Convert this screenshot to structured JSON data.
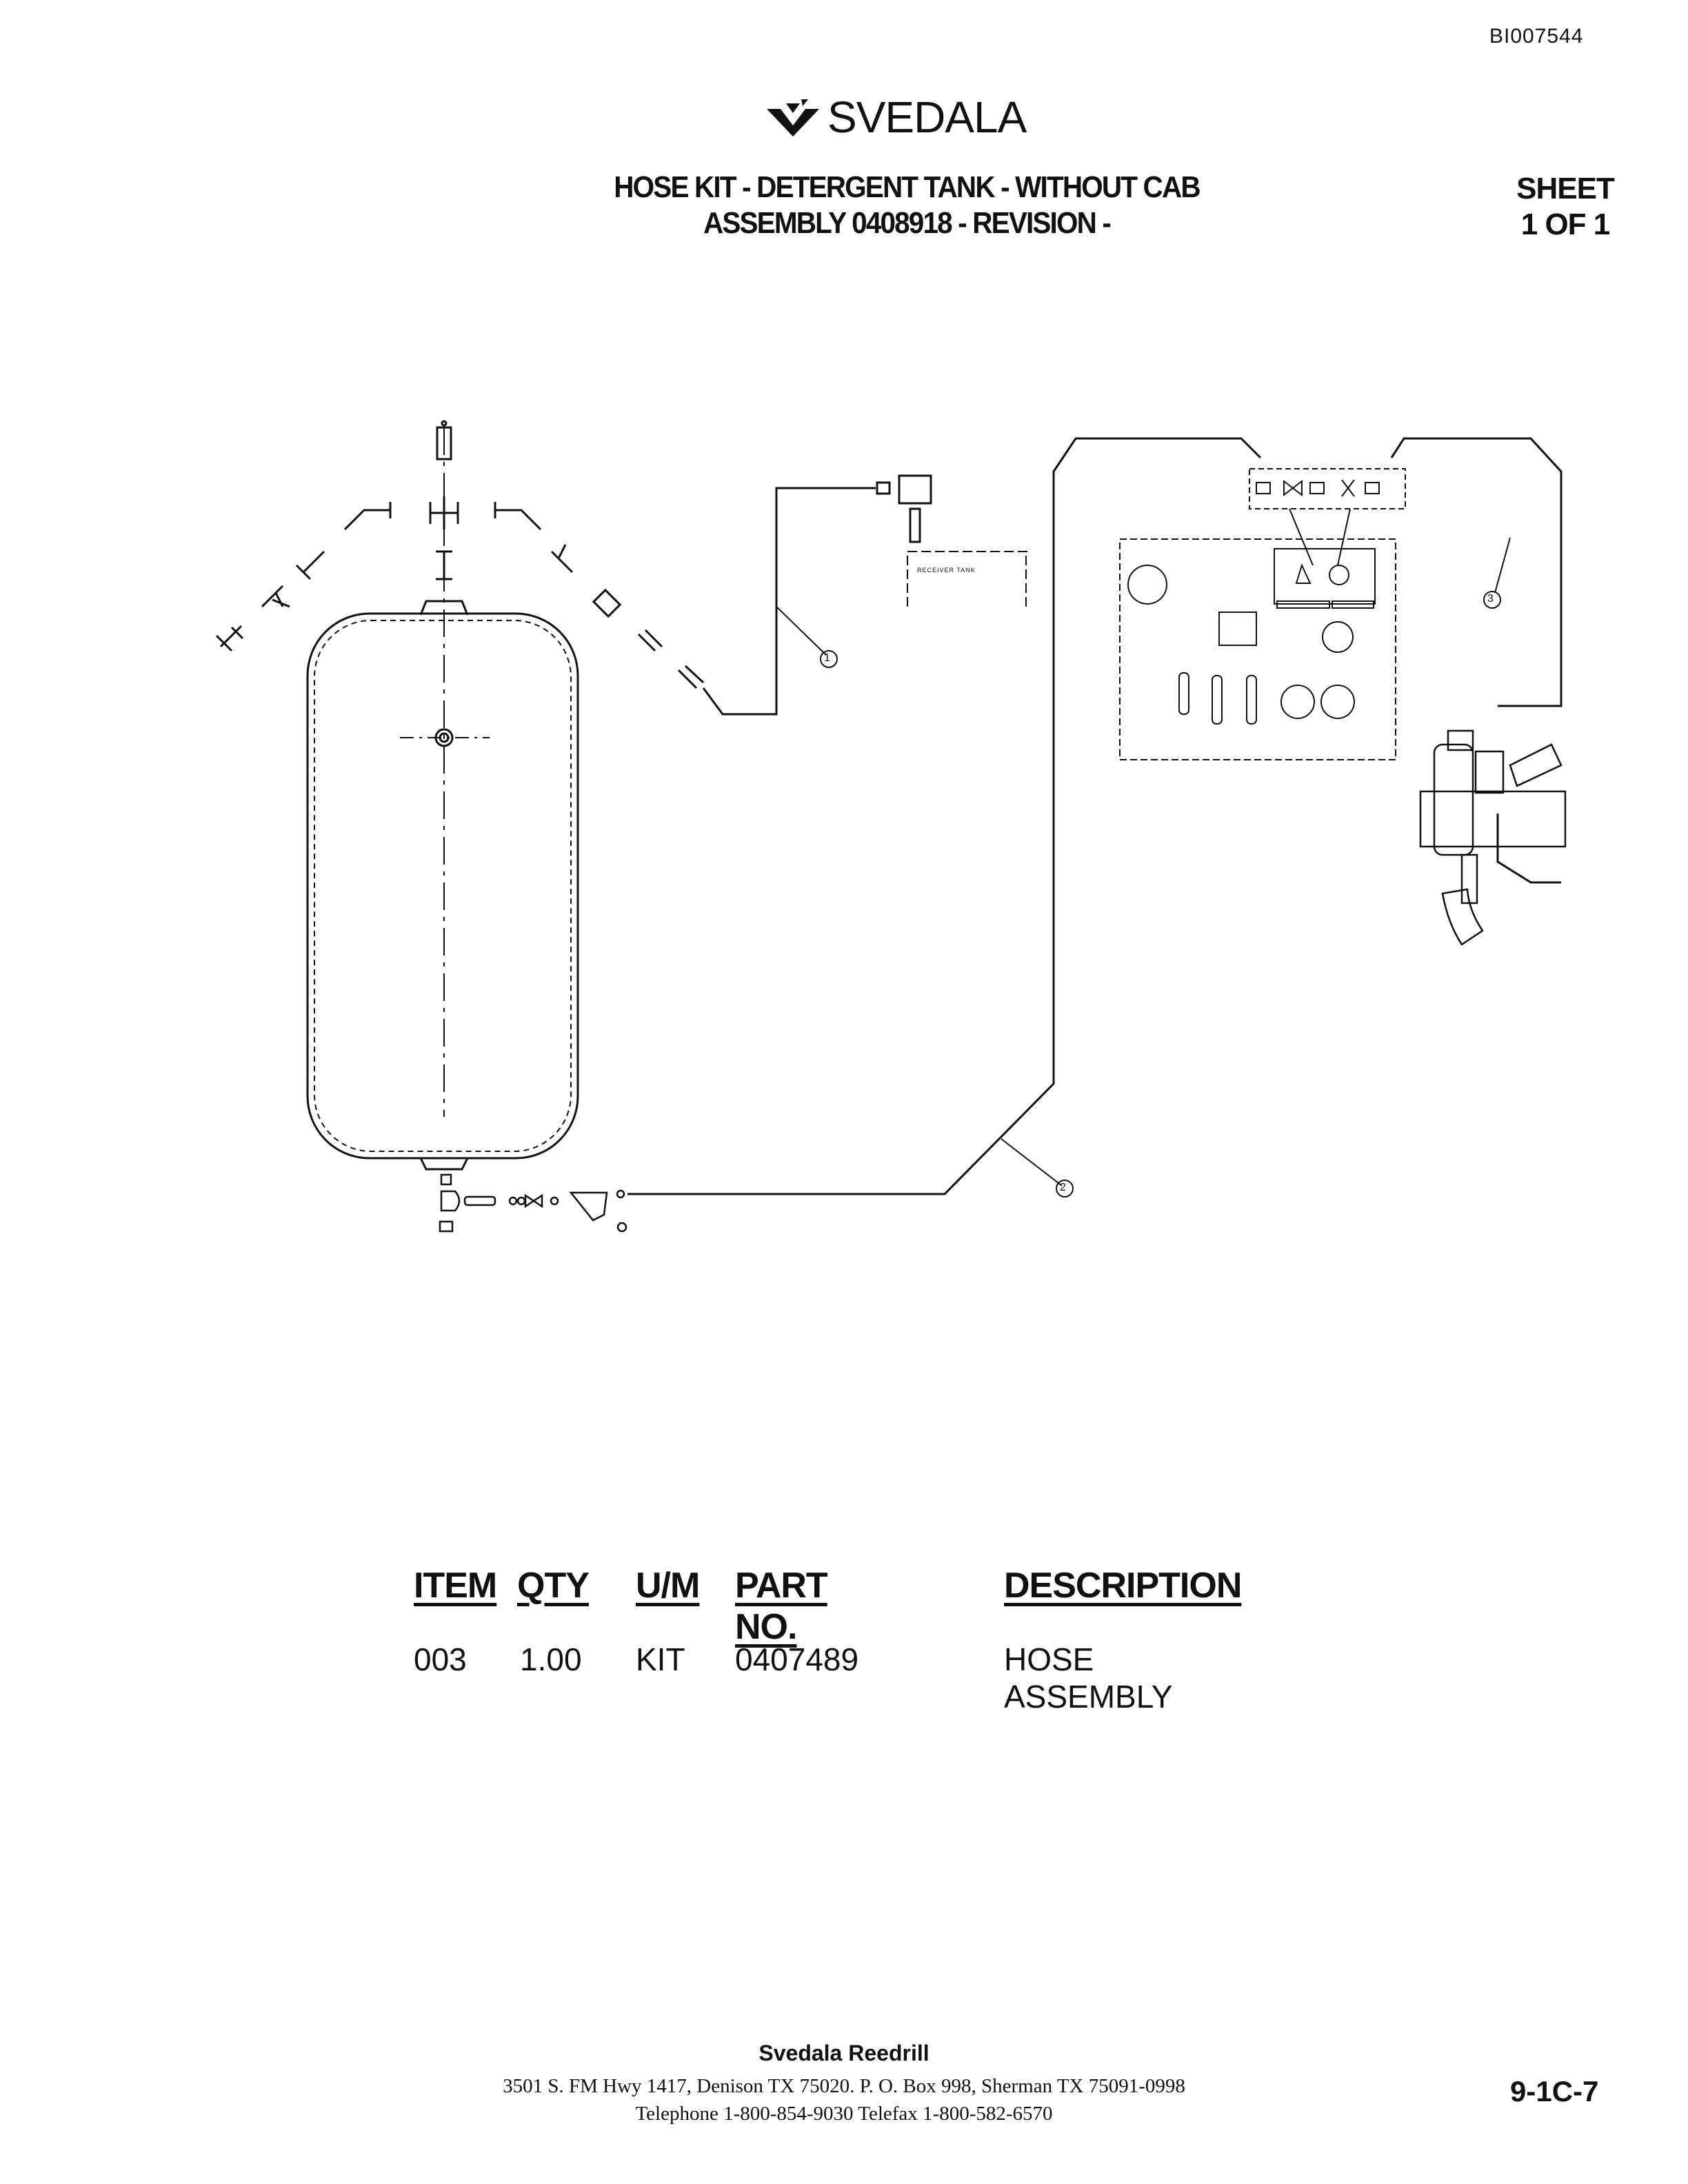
{
  "document": {
    "doc_id": "BI007544",
    "brand": "SVEDALA",
    "title_line1": "HOSE KIT - DETERGENT TANK - WITHOUT CAB",
    "title_line2": "ASSEMBLY 0408918 - REVISION -",
    "sheet_label": "SHEET",
    "sheet_value": "1 OF 1"
  },
  "drawing": {
    "receiver_tank_label": "RECEIVER TANK",
    "callouts": [
      "1",
      "2",
      "3"
    ]
  },
  "parts_table": {
    "headers": {
      "item": "ITEM",
      "qty": "QTY",
      "um": "U/M",
      "part_no": "PART NO.",
      "description": "DESCRIPTION"
    },
    "rows": [
      {
        "item": "003",
        "qty": "1.00",
        "um": "KIT",
        "part_no": "0407489",
        "description": "HOSE ASSEMBLY"
      }
    ]
  },
  "footer": {
    "company": "Svedala Reedrill",
    "address": "3501 S. FM Hwy 1417, Denison TX  75020.    P. O. Box 998, Sherman TX  75091-0998",
    "phone": "Telephone 1-800-854-9030 Telefax 1-800-582-6570",
    "page_number": "9-1C-7"
  }
}
